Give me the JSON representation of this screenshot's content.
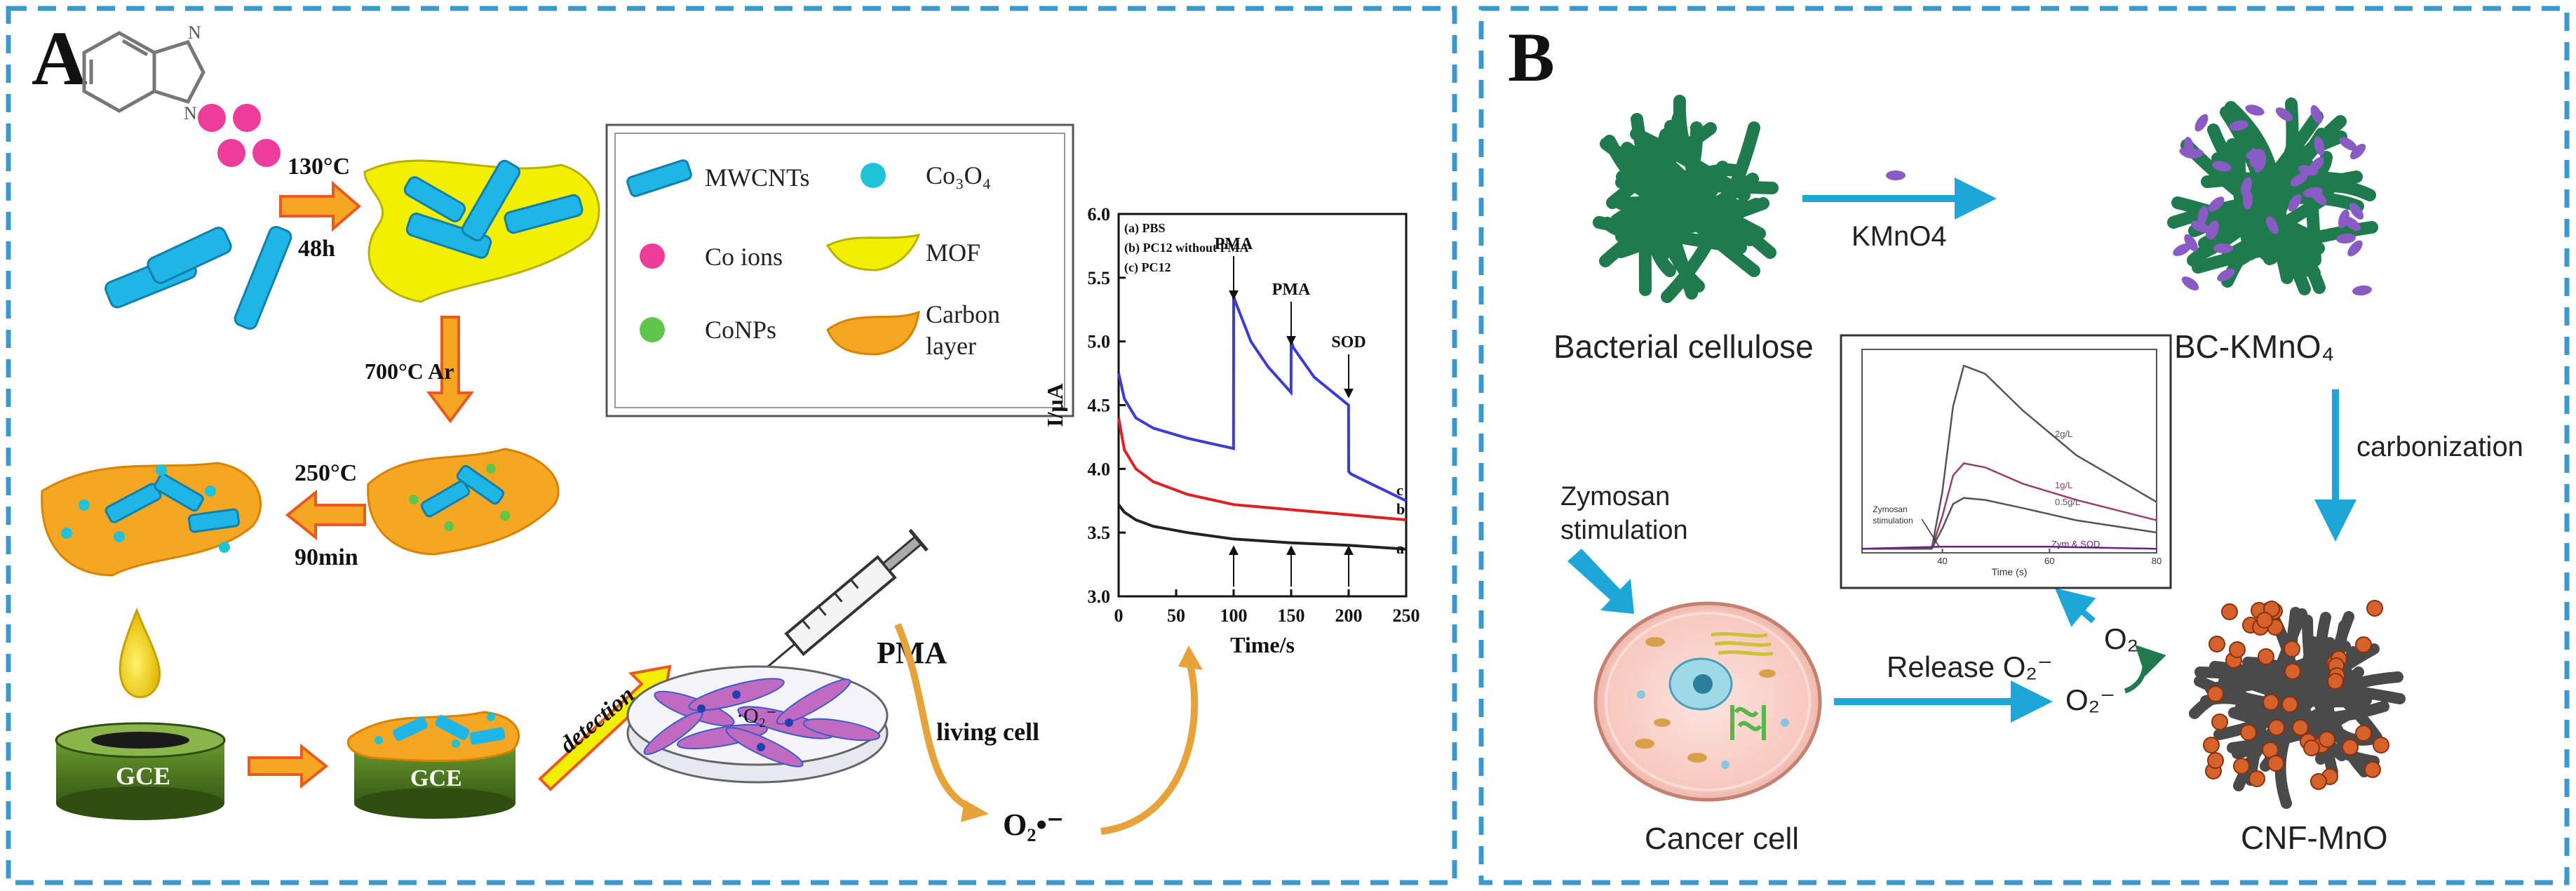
{
  "panel_a": {
    "letter": "A",
    "step1_temp": "130°C",
    "step1_time": "48h",
    "step2_label": "700°C  Ar",
    "step3_temp": "250°C",
    "step3_time": "90min",
    "electrode_label": "GCE",
    "detection_label": "detection",
    "pma_label": "PMA",
    "dish_label": "·O₂⁻",
    "living_cell_label": "living cell",
    "superoxide_label": "O₂•⁻",
    "legend": {
      "mwcnts": "MWCNTs",
      "co_ions": "Co ions",
      "conps": "CoNPs",
      "co3o4": "Co₃O₄",
      "mof": "MOF",
      "carbon_layer_1": "Carbon",
      "carbon_layer_2": "layer"
    },
    "colors": {
      "mwcnt": "#1fb6e6",
      "co_ion": "#ee3c9a",
      "conp": "#5ec64b",
      "mof": "#f2f000",
      "carbon": "#f5a623",
      "gce": "#4c7a1f"
    }
  },
  "panel_b": {
    "letter": "B",
    "bacterial_cellulose": "Bacterial cellulose",
    "kmno4": "KMnO4",
    "bc_kmno4": "BC-KMnO₄",
    "carbonization": "carbonization",
    "zymosan_1": "Zymosan",
    "zymosan_2": "stimulation",
    "release": "Release O₂⁻",
    "o2": "O₂",
    "o2_minus": "O₂⁻",
    "cancer_cell": "Cancer cell",
    "cnf_mno": "CNF-MnO",
    "colors": {
      "fiber": "#1f7a4d",
      "mn": "#8a5bc4",
      "mno": "#d4622a",
      "cnf": "#4a4a4a",
      "arrow": "#1fa6d8"
    }
  },
  "chart_data": [
    {
      "type": "line",
      "xlabel": "Time/s",
      "ylabel": "I/μA",
      "xlim": [
        0,
        250
      ],
      "ylim": [
        3.0,
        6.0
      ],
      "xticks": [
        0,
        50,
        100,
        150,
        200,
        250
      ],
      "yticks": [
        3.0,
        3.5,
        4.0,
        4.5,
        5.0,
        5.5,
        6.0
      ],
      "legend": [
        "(a) PBS",
        "(b) PC12 without PMA",
        "(c) PC12"
      ],
      "annotations": [
        {
          "text": "PMA",
          "x": 100
        },
        {
          "text": "PMA",
          "x": 150
        },
        {
          "text": "SOD",
          "x": 200
        }
      ],
      "series": [
        {
          "name": "a",
          "color": "#222222",
          "x": [
            0,
            5,
            15,
            30,
            60,
            100,
            150,
            200,
            250
          ],
          "y": [
            3.72,
            3.66,
            3.6,
            3.55,
            3.5,
            3.45,
            3.42,
            3.4,
            3.37
          ]
        },
        {
          "name": "b",
          "color": "#e02020",
          "x": [
            0,
            5,
            15,
            30,
            60,
            100,
            150,
            200,
            250
          ],
          "y": [
            4.4,
            4.15,
            4.0,
            3.9,
            3.8,
            3.72,
            3.68,
            3.64,
            3.6
          ]
        },
        {
          "name": "c",
          "color": "#3b3bd6",
          "x": [
            0,
            5,
            15,
            30,
            60,
            99.9,
            100,
            102,
            115,
            130,
            149.9,
            150,
            152,
            170,
            199.9,
            200,
            202,
            220,
            250
          ],
          "y": [
            4.75,
            4.55,
            4.4,
            4.32,
            4.24,
            4.16,
            5.35,
            5.3,
            5.0,
            4.8,
            4.6,
            5.0,
            4.95,
            4.72,
            4.5,
            3.98,
            3.96,
            3.88,
            3.75
          ]
        }
      ]
    },
    {
      "type": "line",
      "xlabel": "Time (s)",
      "xlim": [
        25,
        80
      ],
      "xticks": [
        40,
        60,
        80
      ],
      "annotations": [
        {
          "text": "Zymosan stimulation",
          "x": 27
        }
      ],
      "series": [
        {
          "name": "2g/L",
          "color": "#555555",
          "x": [
            25,
            38,
            40,
            42,
            44,
            48,
            55,
            65,
            80
          ],
          "y": [
            0.02,
            0.02,
            0.3,
            0.72,
            0.92,
            0.88,
            0.7,
            0.48,
            0.25
          ]
        },
        {
          "name": "1g/L",
          "color": "#9b3c6a",
          "x": [
            25,
            38,
            40,
            42,
            44,
            48,
            55,
            65,
            80
          ],
          "y": [
            0.02,
            0.02,
            0.18,
            0.38,
            0.44,
            0.42,
            0.34,
            0.26,
            0.16
          ]
        },
        {
          "name": "0.5g/L",
          "color": "#555555",
          "x": [
            25,
            38,
            40,
            42,
            44,
            48,
            55,
            65,
            80
          ],
          "y": [
            0.02,
            0.02,
            0.12,
            0.24,
            0.27,
            0.26,
            0.22,
            0.16,
            0.1
          ]
        },
        {
          "name": "Zym & SOD",
          "color": "#6a1f8a",
          "x": [
            25,
            40,
            60,
            80
          ],
          "y": [
            0.02,
            0.03,
            0.03,
            0.02
          ]
        }
      ]
    }
  ]
}
